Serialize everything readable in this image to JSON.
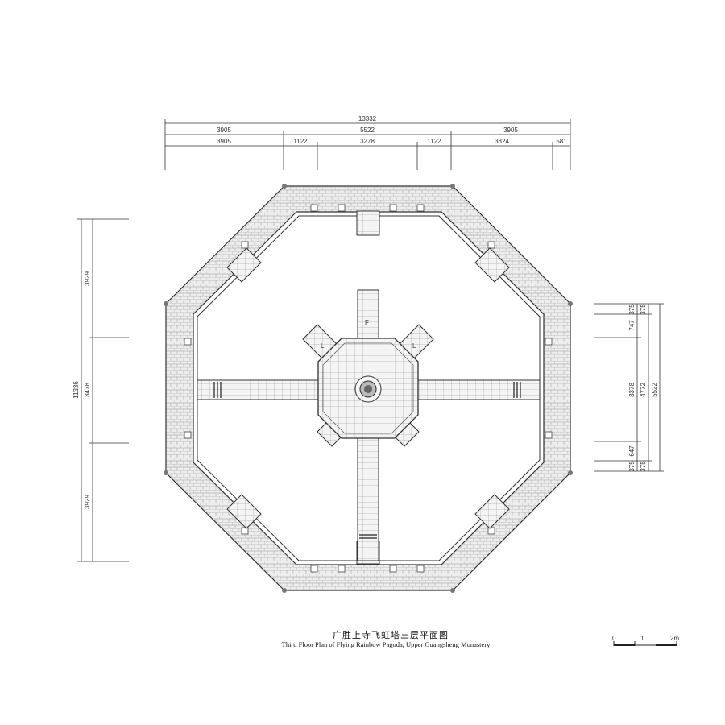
{
  "caption": {
    "chinese": "广胜上寺飞虹塔三层平面图",
    "english": "Third Floor Plan of Flying Rainbow Pagoda, Upper Guangsheng Monastery"
  },
  "dimensions": {
    "top_total": "13332",
    "top_row1": [
      "3905",
      "5522",
      "3905"
    ],
    "top_row2": [
      "3905",
      "1122",
      "3278",
      "1122",
      "3324",
      "581"
    ],
    "left_total": "11336",
    "left_segments": [
      "3929",
      "3478",
      "3929"
    ],
    "right_outer": "5522",
    "right_mid": "4772",
    "right_inner": [
      "747",
      "3378",
      "647"
    ],
    "right_small": [
      "375",
      "375",
      "375",
      "375"
    ]
  },
  "stair_labels": {
    "up": "F",
    "left": "L",
    "right": "L"
  },
  "scale_bar": {
    "labels": [
      "0",
      "1",
      "2m"
    ]
  },
  "colors": {
    "line": "#333333",
    "floor_fill": "#e9e9e9"
  }
}
